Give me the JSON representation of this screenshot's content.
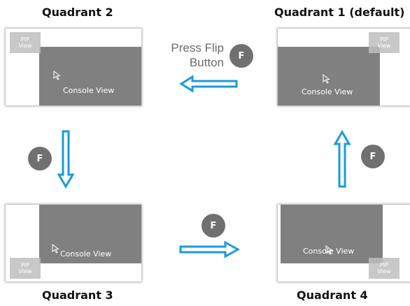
{
  "quadrants": {
    "q1": {
      "title": "Quadrant 1 (default)",
      "console_label": "Console View",
      "pip_label": "PIP View"
    },
    "q2": {
      "title": "Quadrant 2",
      "console_label": "Console View",
      "pip_label": "PIP View"
    },
    "q3": {
      "title": "Quadrant 3",
      "console_label": "Console View",
      "pip_label": "PIP View"
    },
    "q4": {
      "title": "Quadrant 4",
      "console_label": "Console View",
      "pip_label": "PIP View"
    }
  },
  "flip": {
    "button_letter": "F",
    "instruction": "Press Flip Button"
  },
  "colors": {
    "arrow": "#1a9bd7",
    "console": "#808080",
    "pip": "#bebebe",
    "button": "#707070"
  }
}
